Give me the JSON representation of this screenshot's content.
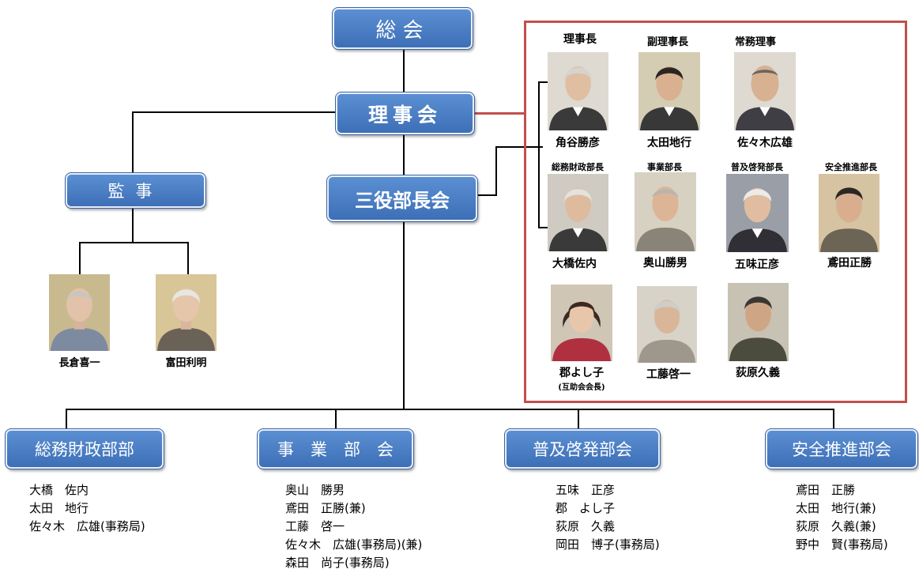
{
  "top": {
    "general_assembly": "総会",
    "board": "理事会",
    "three_heads": "三役部長会",
    "auditor": "監事"
  },
  "auditors": [
    {
      "name": "長倉喜一",
      "bg": "#c9b98f",
      "suit": "#7e8aa0"
    },
    {
      "name": "富田利明",
      "bg": "#d9c698",
      "suit": "#6b6257"
    }
  ],
  "executives": [
    {
      "role": "理事長",
      "name": "角谷勝彦",
      "bg": "#dedad1",
      "suit": "#3a3a3a"
    },
    {
      "role": "副理事長",
      "name": "太田地行",
      "bg": "#d4cdb4",
      "suit": "#383838"
    },
    {
      "role": "常務理事",
      "name": "佐々木広雄",
      "bg": "#dedad1",
      "suit": "#3e3e44"
    }
  ],
  "heads": [
    {
      "role": "総務財政部長",
      "name": "大橋佐内",
      "bg": "#cfcbc2",
      "suit": "#3a3a3a"
    },
    {
      "role": "事業部長",
      "name": "奥山勝男",
      "bg": "#d7d1c2",
      "suit": "#8a8478"
    },
    {
      "role": "普及啓発部長",
      "name": "五味正彦",
      "bg": "#9a9ea6",
      "suit": "#2f2f35"
    },
    {
      "role": "安全推進部長",
      "name": "鳶田正勝",
      "bg": "#d6c3a1",
      "suit": "#6c6455"
    }
  ],
  "others": [
    {
      "name": "郡よし子",
      "note": "(互助会会長)",
      "bg": "#cfc6b6",
      "suit": "#b03040"
    },
    {
      "name": "工藤啓一",
      "bg": "#d8d3c8",
      "suit": "#9d978c"
    },
    {
      "name": "荻原久義",
      "bg": "#c8c2b4",
      "suit": "#4b4b3e"
    }
  ],
  "divisions": [
    {
      "label": "総務財政部部",
      "members": [
        "大橋　佐内",
        "太田　地行",
        "佐々木　広雄(事務局)"
      ]
    },
    {
      "label": "事　業　部　会",
      "members": [
        "奥山　勝男",
        "鳶田　正勝(兼)",
        "工藤　啓一",
        "佐々木　広雄(事務局)(兼)",
        "森田　尚子(事務局)"
      ]
    },
    {
      "label": "普及啓発部会",
      "members": [
        "五味　正彦",
        "郡　よし子",
        "荻原　久義",
        "岡田　博子(事務局)"
      ]
    },
    {
      "label": "安全推進部会",
      "members": [
        "鳶田　正勝",
        "太田　地行(兼)",
        "荻原　久義(兼)",
        "野中　賢(事務局)"
      ]
    }
  ],
  "colors": {
    "box_fill": "#4a7fc6",
    "highlight_frame": "#c0504d"
  }
}
